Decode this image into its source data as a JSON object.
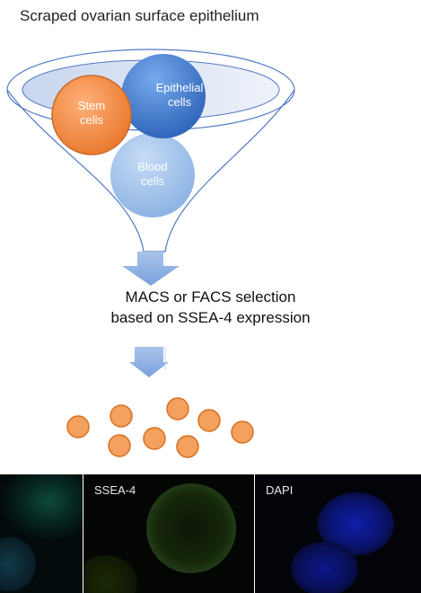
{
  "title": "Scraped ovarian surface epithelium",
  "funnel_cells": [
    {
      "label_lines": [
        "Stem",
        "cells"
      ]
    },
    {
      "label_lines": [
        "Epithelial",
        "cells"
      ]
    },
    {
      "label_lines": [
        "Blood",
        "cells"
      ]
    }
  ],
  "selection_caption": {
    "line1": "MACS or FACS selection",
    "line2": "based on SSEA-4 expression"
  },
  "micro_panels": [
    {
      "label": ""
    },
    {
      "label": "SSEA-4"
    },
    {
      "label": "DAPI"
    }
  ],
  "colors": {
    "stem_cell": "#f0883c",
    "epithelial_cell": "#3f7fd6",
    "blood_cell": "#9cc0ea",
    "arrow": "#8fb3e6",
    "funnel_line": "#4f79c5",
    "funnel_top": "#d9e3f3"
  }
}
